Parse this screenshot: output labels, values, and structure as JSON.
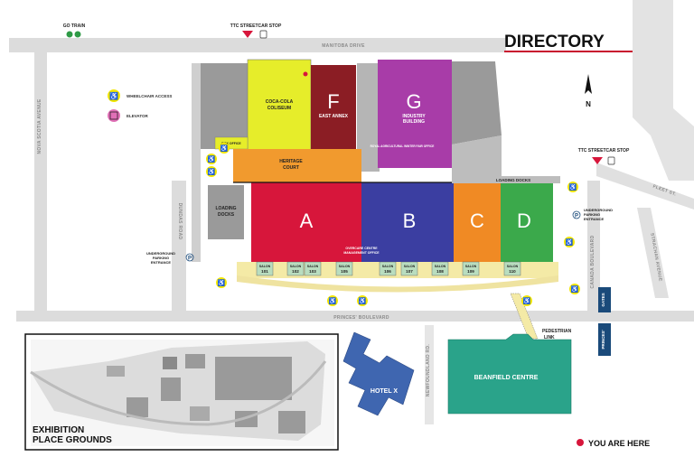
{
  "directory": {
    "title": "DIRECTORY",
    "accent_color": "#c8102e"
  },
  "transit": {
    "go_train": "GO TRAIN",
    "ttc_top": "TTC STREETCAR STOP",
    "ttc_right": "TTC STREETCAR STOP"
  },
  "legend": {
    "wheelchair": "WHEELCHAIR ACCESS",
    "elevator": "ELEVATOR"
  },
  "roads": {
    "manitoba": "MANITOBA DRIVE",
    "nova_scotia": "NOVA SCOTIA AVENUE",
    "princes": "PRINCES' BOULEVARD",
    "newfoundland": "NEWFOUNDLAND RD.",
    "canada": "CANADA BOULEVARD",
    "strachan": "STRACHAN AVENUE",
    "fleet": "FLEET ST.",
    "dufferin": "DUNDAS ROAD"
  },
  "buildings": {
    "coliseum": {
      "line1": "COCA-COLA",
      "line2": "COLISEUM",
      "color": "#e6ed2a"
    },
    "f": {
      "letter": "F",
      "name": "EAST ANNEX",
      "color": "#8b1d24"
    },
    "g": {
      "letter": "G",
      "name1": "INDUSTRY",
      "name2": "BUILDING",
      "color": "#a83ca8"
    },
    "heritage": {
      "line1": "HERITAGE",
      "line2": "COURT",
      "color": "#f19a2e"
    },
    "a": {
      "letter": "A",
      "color": "#d7163b"
    },
    "b": {
      "letter": "B",
      "color": "#3b3ea1"
    },
    "c": {
      "letter": "C",
      "color": "#f08a24"
    },
    "d": {
      "letter": "D",
      "color": "#3ba94b"
    },
    "box_office": "BOX OFFICE",
    "royal": "ROYAL AGRICULTURAL WINTER FAIR OFFICE",
    "loading_docks_left": [
      "LOADING",
      "DOCKS"
    ],
    "loading_docks_top": "LOADING DOCKS",
    "overcare": [
      "OVERCARE CENTRE",
      "MANAGEMENT OFFICE"
    ],
    "parking_left": [
      "UNDERGROUND",
      "PARKING",
      "ENTRANCE"
    ],
    "parking_right": [
      "UNDERGROUND",
      "PARKING",
      "ENTRANCE"
    ],
    "pedestrian": [
      "PEDESTRIAN",
      "LINK"
    ],
    "hotel": {
      "name": "HOTEL X",
      "color": "#3f66b0"
    },
    "beanfield": {
      "name": "BEANFIELD CENTRE",
      "color": "#2aa38a"
    },
    "gates": "GATES",
    "princes_gate": "PRINCES'"
  },
  "salons": [
    {
      "word": "SALON",
      "num": "101"
    },
    {
      "word": "SALON",
      "num": "102"
    },
    {
      "word": "SALON",
      "num": "103"
    },
    {
      "word": "SALON",
      "num": "105"
    },
    {
      "word": "SALON",
      "num": "106"
    },
    {
      "word": "SALON",
      "num": "107"
    },
    {
      "word": "SALON",
      "num": "108"
    },
    {
      "word": "SALON",
      "num": "109"
    },
    {
      "word": "SALON",
      "num": "110"
    }
  ],
  "compass": {
    "label": "N"
  },
  "inset": {
    "title1": "EXHIBITION",
    "title2": "PLACE GROUNDS"
  },
  "you_are_here": {
    "label": "YOU ARE HERE",
    "color": "#d7163b"
  }
}
